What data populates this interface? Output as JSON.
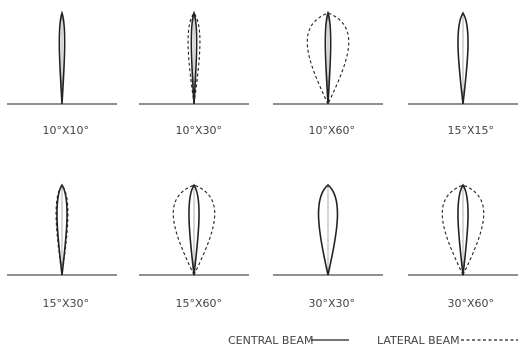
{
  "panels": [
    {
      "label": "10°X10°",
      "central": "narrow",
      "lateral": null
    },
    {
      "label": "10°X30°",
      "central": "narrow",
      "lateral": "medium"
    },
    {
      "label": "10°X60°",
      "central": "narrow",
      "lateral": "wide"
    },
    {
      "label": "15°X15°",
      "central": "medium",
      "lateral": null
    },
    {
      "label": "15°X30°",
      "central": "medium",
      "lateral": "medium"
    },
    {
      "label": "15°X60°",
      "central": "medium",
      "lateral": "wide"
    },
    {
      "label": "30°X30°",
      "central": "wide",
      "lateral": null
    },
    {
      "label": "30°X60°",
      "central": "medium",
      "lateral": "wide"
    }
  ],
  "legend": {
    "central_label": "CENTRAL BEAM",
    "lateral_label": "LATERAL BEAM"
  },
  "colors": {
    "line": "#222222",
    "axis": "#999999",
    "text": "#444444"
  }
}
